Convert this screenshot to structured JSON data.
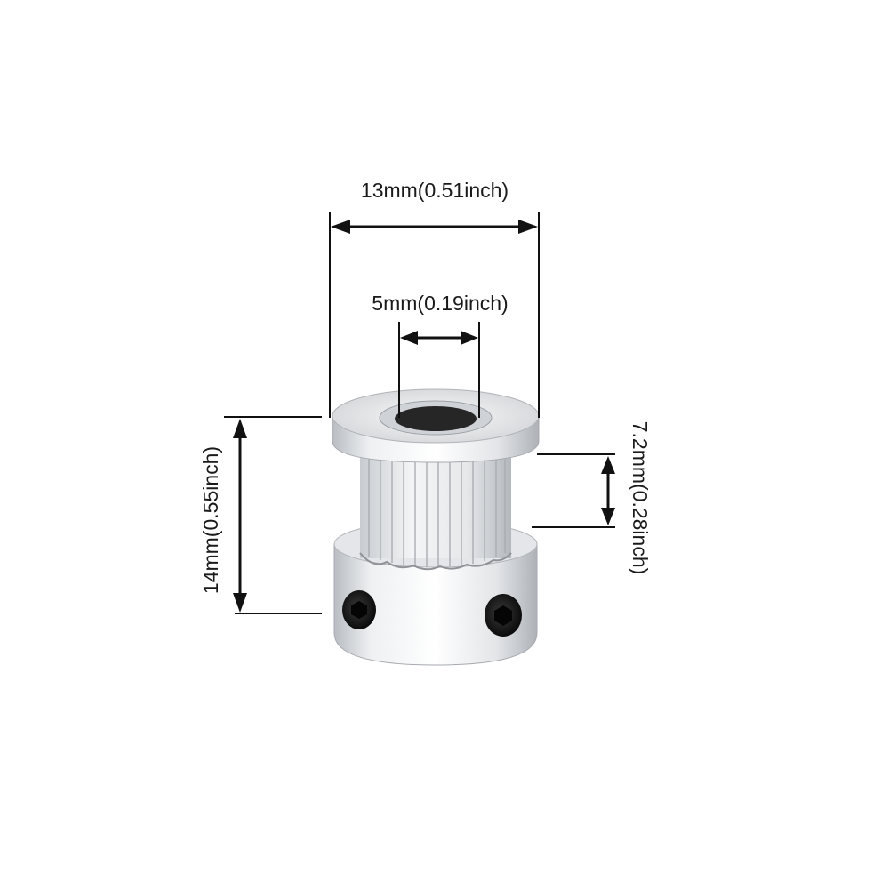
{
  "dimensions": {
    "outer_diameter": "13mm(0.51inch)",
    "bore_diameter": "5mm(0.19inch)",
    "total_height": "14mm(0.55inch)",
    "belt_width": "7.2mm(0.28inch)"
  },
  "colors": {
    "background": "#ffffff",
    "dimension_line": "#111111",
    "metal": "#d9dce0",
    "bore": "#2a2a2a"
  },
  "icons": {
    "part": "timing-pulley-icon",
    "set_screw": "hex-socket-screw-icon"
  }
}
